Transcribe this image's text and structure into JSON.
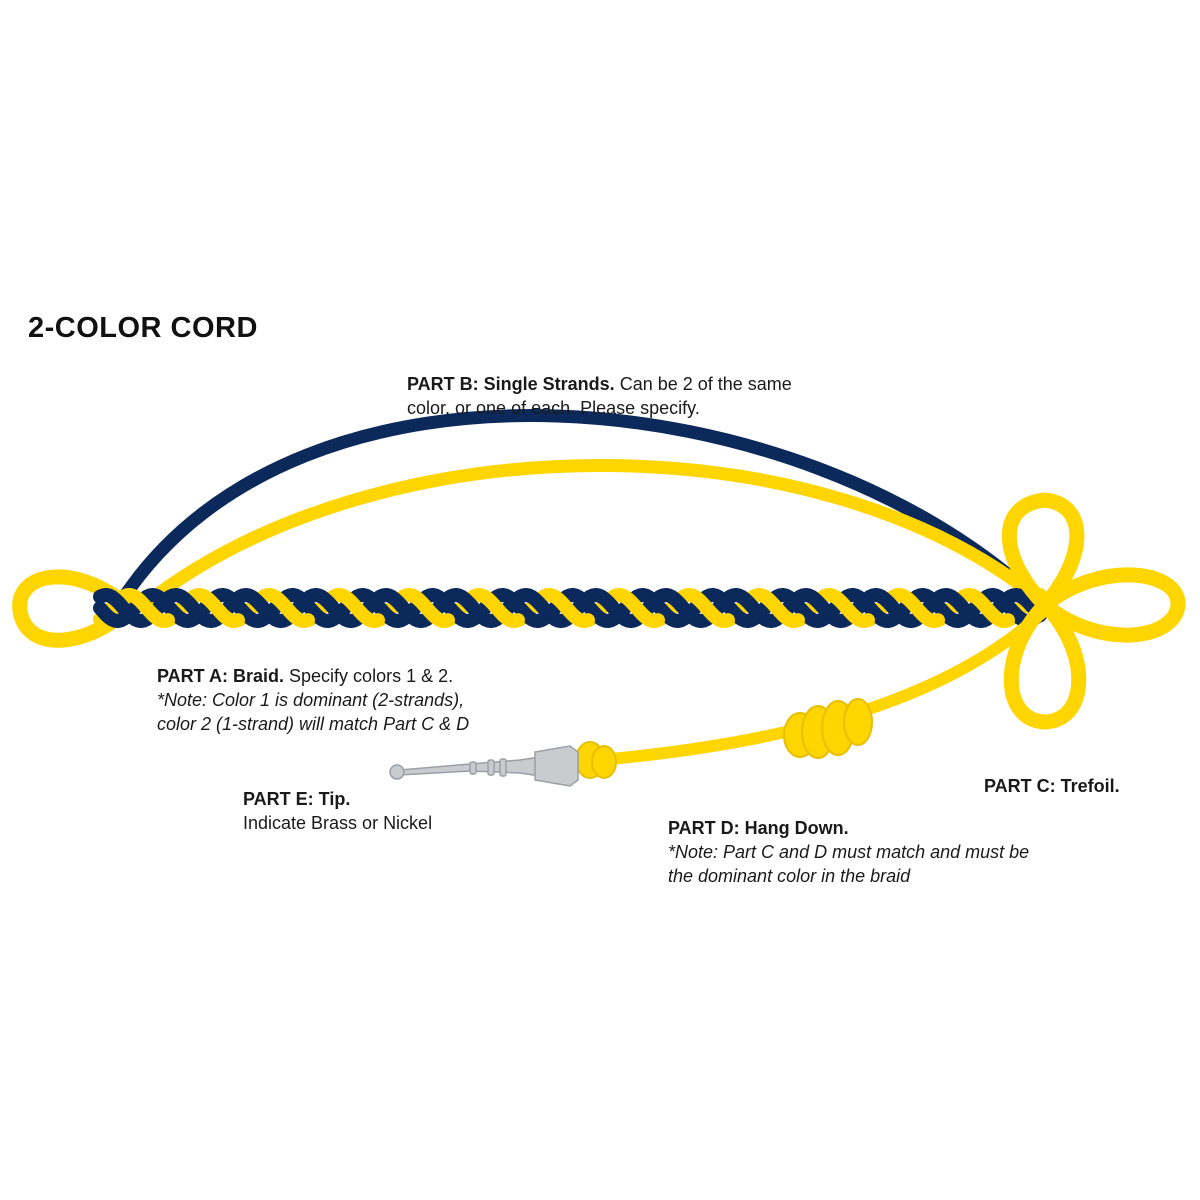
{
  "title": "2-COLOR CORD",
  "colors": {
    "navy": "#0b2a5b",
    "gold": "#ffd500",
    "tip": "#c9cccf",
    "tip_dark": "#9aa0a5"
  },
  "parts": {
    "b": {
      "heading": "PART B: Single Strands.",
      "text1": "Can be 2 of the same",
      "text2": "color, or one of each. Please specify."
    },
    "a": {
      "heading": "PART A: Braid.",
      "text1": "Specify colors 1 & 2.",
      "note1": "*Note: Color 1 is dominant (2-strands),",
      "note2": "color 2 (1-strand) will match Part C & D"
    },
    "e": {
      "heading": "PART E: Tip.",
      "text1": "Indicate Brass or Nickel"
    },
    "c": {
      "heading": "PART C: Trefoil."
    },
    "d": {
      "heading": "PART D: Hang Down.",
      "note1": "*Note: Part C and D must match and must be",
      "note2": "the dominant color in the braid"
    }
  }
}
